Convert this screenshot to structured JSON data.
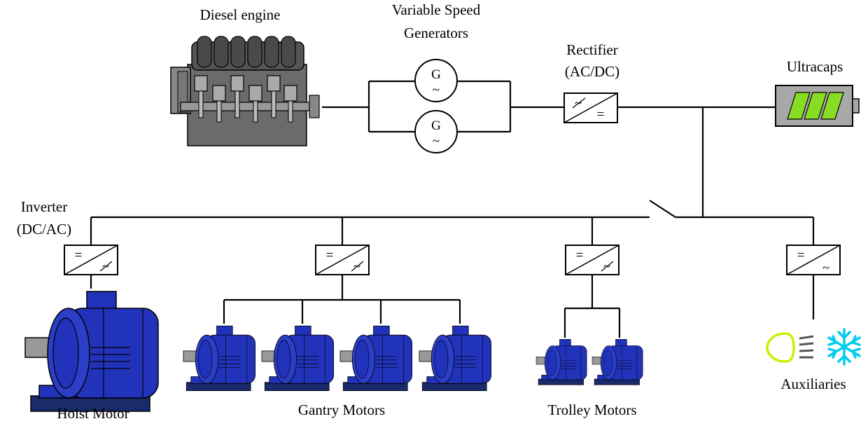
{
  "labels": {
    "diesel_engine": "Diesel engine",
    "generators_line1": "Variable Speed",
    "generators_line2": "Generators",
    "rectifier_line1": "Rectifier",
    "rectifier_line2": "(AC/DC)",
    "ultracaps": "Ultracaps",
    "inverter_line1": "Inverter",
    "inverter_line2": "(DC/AC)",
    "hoist_motor": "Hoist Motor",
    "gantry_motors": "Gantry Motors",
    "trolley_motors": "Trolley Motors",
    "auxiliaries": "Auxiliaries"
  },
  "symbols": {
    "generator_letter": "G",
    "ac_sign": "~",
    "dc_sign": "="
  },
  "colors": {
    "motor_blue": "#2233bb",
    "motor_base": "#1a2a6a",
    "engine_gray": "#6b6b6b",
    "battery_green": "#88dd22",
    "lamp_yellow": "#ccee00",
    "snow_cyan": "#00ccee"
  }
}
